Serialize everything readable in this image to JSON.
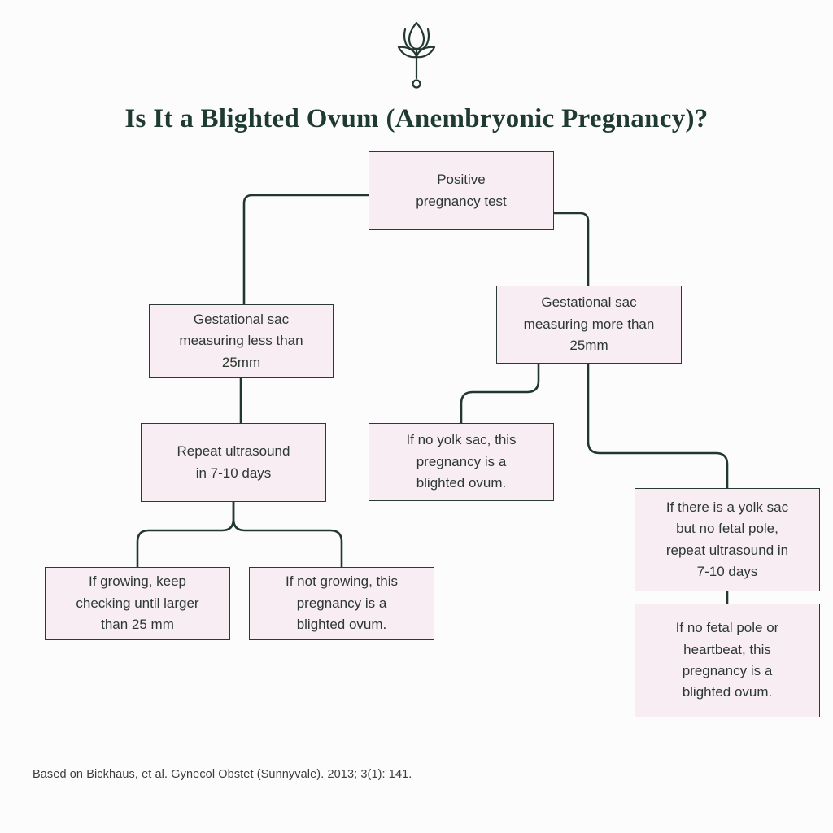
{
  "page": {
    "title": "Is It a Blighted Ovum (Anembryonic Pregnancy)?",
    "citation": "Based on Bickhaus, et al. Gynecol Obstet (Sunnyvale). 2013; 3(1): 141."
  },
  "icon": {
    "name": "tulip-flower-icon"
  },
  "colors": {
    "background": "#fdfcfc",
    "node_fill": "#f8edf2",
    "outline": "#2b3b33",
    "title_text": "#1f3b31",
    "citation_text": "#3d3d3d"
  },
  "nodes": {
    "positive_test": {
      "text": "Positive\npregnancy test"
    },
    "sac_less_25": {
      "text": "Gestational sac\nmeasuring less than\n25mm"
    },
    "repeat_ultrasound": {
      "text": "Repeat ultrasound\nin 7-10 days"
    },
    "growing": {
      "text": "If growing, keep\nchecking until larger\nthan 25 mm"
    },
    "not_growing": {
      "text": "If not growing, this\npregnancy is a\nblighted ovum."
    },
    "sac_more_25": {
      "text": "Gestational sac\nmeasuring more than\n25mm"
    },
    "no_yolk_sac": {
      "text": "If no yolk sac, this\npregnancy is a\nblighted ovum."
    },
    "yolk_no_fetal_pole": {
      "text": "If there is a yolk sac\nbut no fetal pole,\nrepeat ultrasound in\n7-10 days"
    },
    "no_fetal_pole": {
      "text": "If no fetal pole or\nheartbeat, this\npregnancy is a\nblighted ovum."
    }
  }
}
